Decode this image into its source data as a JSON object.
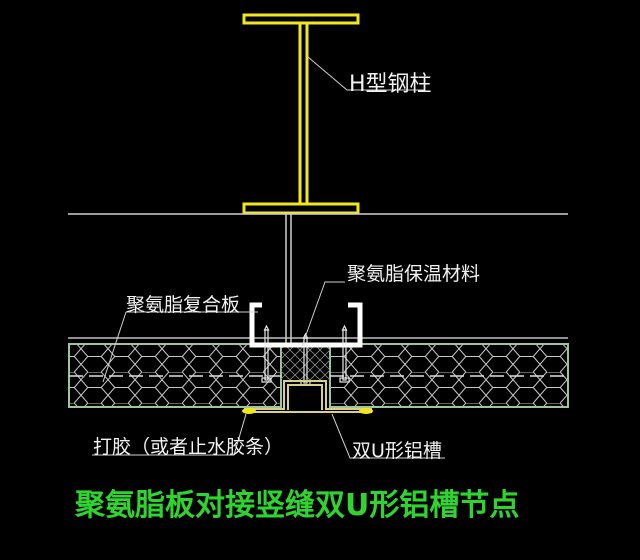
{
  "diagram": {
    "title": "聚氨脂板对接竖缝双U形铝槽节点",
    "labels": {
      "steel_column": "H型钢柱",
      "insulation": "聚氨脂保温材料",
      "composite_panel": "聚氨脂复合板",
      "sealant": "打胶（或者止水胶条）",
      "aluminum_channel": "双U形铝槽"
    },
    "colors": {
      "background": "#000000",
      "steel": "#f0e81c",
      "lines": "#d8d8d8",
      "panel_edge": "#9fc59a",
      "title": "#2fd42f",
      "bracket": "#ffffff"
    }
  }
}
